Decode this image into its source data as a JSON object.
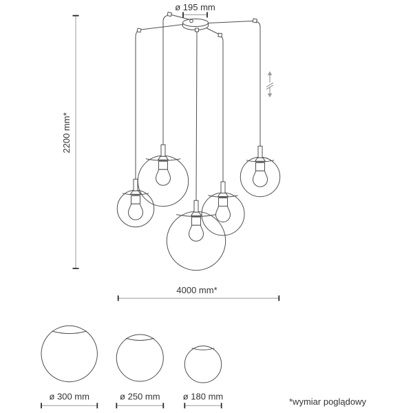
{
  "dimensions": {
    "canopy_diameter": "ø 195 mm",
    "hanging_height": "2200 mm*",
    "total_spread": "4000 mm*"
  },
  "globe_sizes": [
    {
      "label": "ø 300 mm"
    },
    {
      "label": "ø 250 mm"
    },
    {
      "label": "ø 180 mm"
    }
  ],
  "footnote": "*wymiar poglądowy",
  "icons": {
    "height_adjustable": "height-adjustable-arrow-icon"
  },
  "colors": {
    "background": "#ffffff",
    "drawing_line": "#4d4d4d",
    "dimension_line": "#9a9a9a",
    "dimension_tick": "#2b2b2b",
    "text": "#333333",
    "adjust_arrow": "#999999"
  }
}
